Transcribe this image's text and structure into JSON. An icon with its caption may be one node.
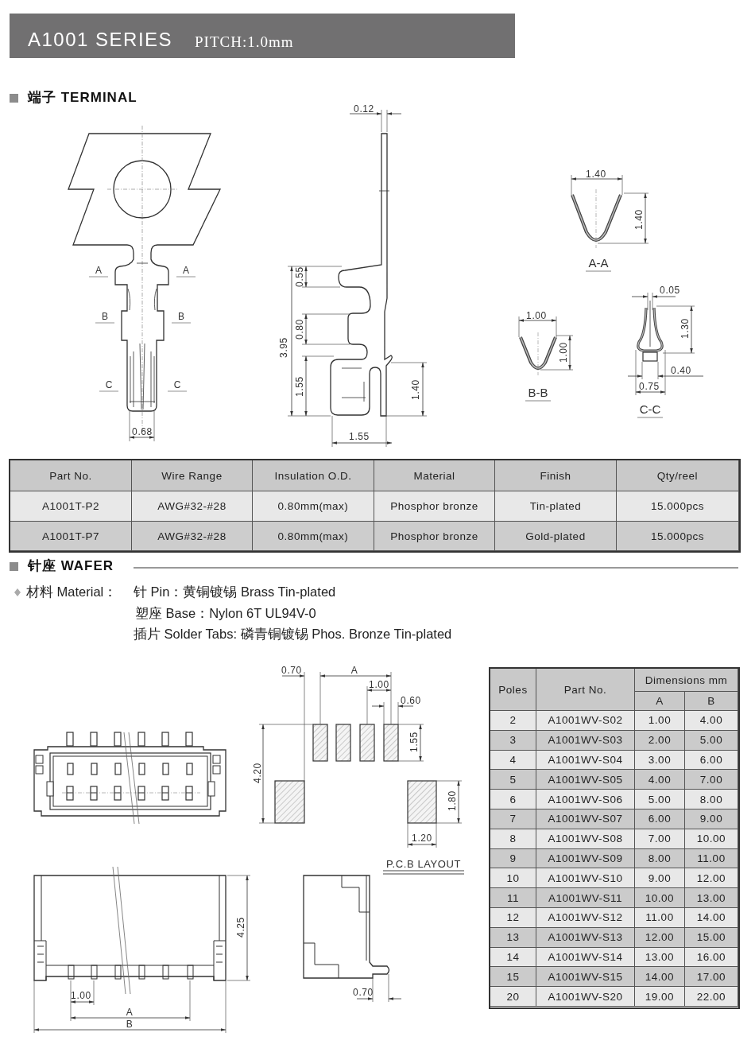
{
  "diagram": {
    "title": "A1001 SERIES",
    "labels": [
      "PITCH:1.0mm",
      "端子 TERMINAL",
      "0.12",
      "A",
      "A",
      "B",
      "B",
      "C",
      "C",
      "0.55",
      "0.80",
      "3.95",
      "1.55",
      "1.40",
      "0.68",
      "1.55",
      "1.40",
      "1.40",
      "A-A",
      "0.05",
      "1.00",
      "1.00",
      "1.30",
      "B-B",
      "0.40",
      "0.75",
      "C-C",
      "Part No.",
      "Wire Range",
      "Insulation O.D.",
      "Material",
      "Finish",
      "Qty/reel",
      "A1001T-P2",
      "AWG#32-#28",
      "0.80mm(max)",
      "Phosphor bronze",
      "Tin-plated",
      "15.000pcs",
      "A1001T-P7",
      "AWG#32-#28",
      "0.80mm(max)",
      "Phosphor bronze",
      "Gold-plated",
      "15.000pcs",
      "针座 WAFER",
      "材料 Material：",
      "针 Pin：黄铜镀锡 Brass Tin-plated",
      "塑座 Base：Nylon 6T UL94V-0",
      "插片 Solder Tabs: 磷青铜镀锡 Phos. Bronze Tin-plated",
      "0.70",
      "A",
      "1.00",
      "0.60",
      "1.55",
      "4.20",
      "1.80",
      "1.20",
      "P.C.B LAYOUT",
      "4.25",
      "1.00",
      "A",
      "B",
      "0.70",
      "Poles",
      "Part No.",
      "Dimensions mm",
      "A",
      "B",
      "2",
      "A1001WV-S02",
      "1.00",
      "4.00",
      "3",
      "A1001WV-S03",
      "2.00",
      "5.00",
      "4",
      "A1001WV-S04",
      "3.00",
      "6.00",
      "5",
      "A1001WV-S05",
      "4.00",
      "7.00",
      "6",
      "A1001WV-S06",
      "5.00",
      "8.00",
      "7",
      "A1001WV-S07",
      "6.00",
      "9.00",
      "8",
      "A1001WV-S08",
      "7.00",
      "10.00",
      "9",
      "A1001WV-S09",
      "8.00",
      "11.00",
      "10",
      "A1001WV-S10",
      "9.00",
      "12.00",
      "11",
      "A1001WV-S11",
      "10.00",
      "13.00",
      "12",
      "A1001WV-S12",
      "11.00",
      "14.00",
      "13",
      "A1001WV-S13",
      "12.00",
      "15.00",
      "14",
      "A1001WV-S14",
      "13.00",
      "16.00",
      "15",
      "A1001WV-S15",
      "14.00",
      "17.00",
      "20",
      "A1001WV-S20",
      "19.00",
      "22.00"
    ]
  }
}
